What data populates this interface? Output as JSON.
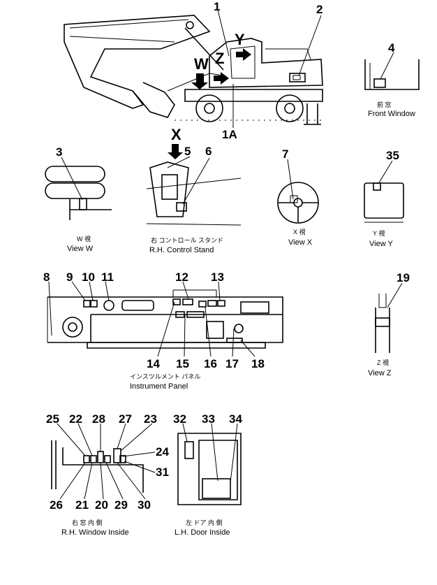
{
  "callouts": {
    "n1": "1",
    "n1A": "1A",
    "n2": "2",
    "n3": "3",
    "n4": "4",
    "n5": "5",
    "n6": "6",
    "n7": "7",
    "n8": "8",
    "n9": "9",
    "n10": "10",
    "n11": "11",
    "n12": "12",
    "n13": "13",
    "n14": "14",
    "n15": "15",
    "n16": "16",
    "n17": "17",
    "n18": "18",
    "n19": "19",
    "n20": "20",
    "n21": "21",
    "n22": "22",
    "n23": "23",
    "n24": "24",
    "n25": "25",
    "n26": "26",
    "n27": "27",
    "n28": "28",
    "n29": "29",
    "n30": "30",
    "n31": "31",
    "n32": "32",
    "n33": "33",
    "n34": "34",
    "n35": "35"
  },
  "view_letters": {
    "x": "X",
    "y": "Y",
    "z": "Z",
    "w": "W"
  },
  "captions": {
    "front_window_jp": "前 窓",
    "front_window_en": "Front Window",
    "view_w_jp": "W 視",
    "view_w_en": "View W",
    "rh_control_jp": "右 コントロール スタンド",
    "rh_control_en": "R.H. Control Stand",
    "view_x_jp": "X 視",
    "view_x_en": "View X",
    "view_y_jp": "Y 視",
    "view_y_en": "View Y",
    "instrument_jp": "インスツルメント パネル",
    "instrument_en": "Instrument Panel",
    "view_z_jp": "Z 視",
    "view_z_en": "View Z",
    "rh_window_jp": "右 窓 内 側",
    "rh_window_en": "R.H. Window Inside",
    "lh_door_jp": "左 ドア 内 側",
    "lh_door_en": "L.H. Door Inside"
  }
}
